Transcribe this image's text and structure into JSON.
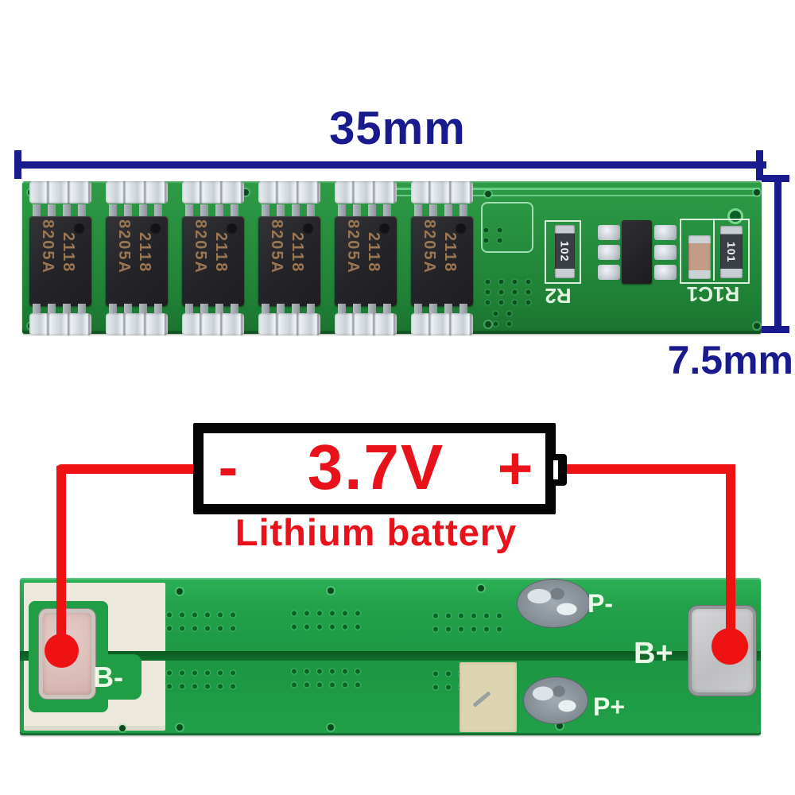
{
  "dimensions": {
    "width_label": "35mm",
    "height_label": "7.5mm"
  },
  "battery": {
    "minus_sign": "-",
    "voltage": "3.7V",
    "plus_sign": "+",
    "caption": "Lithium battery"
  },
  "top_board": {
    "ics": [
      {
        "line1": "8205A",
        "line2": "2118"
      },
      {
        "line1": "8205A",
        "line2": "2118"
      },
      {
        "line1": "8205A",
        "line2": "2118"
      },
      {
        "line1": "8205A",
        "line2": "2118"
      },
      {
        "line1": "8205A",
        "line2": "2118"
      },
      {
        "line1": "8205A",
        "line2": "2118"
      }
    ],
    "silkscreen": {
      "r2_label": "R2",
      "r1c1_label": "R1C1"
    },
    "components": {
      "r2_resistor_value": "102",
      "r1_resistor_value": "101"
    }
  },
  "bottom_board": {
    "labels": {
      "b_minus": "B-",
      "b_plus": "B+",
      "p_minus": "P-",
      "p_plus": "P+"
    }
  },
  "colors": {
    "dimension_blue": "#1a1a8f",
    "battery_red": "#e9121b",
    "wire_red": "#ee1212",
    "pcb_green_top": "#27913f",
    "pcb_green_bottom": "#1f9e45",
    "silkscreen_white": "#ece9dc",
    "pad_pink": "#d9bab4",
    "pad_silver": "#c5c6c8",
    "ic_body_black": "#26262a",
    "ic_marking_bronze": "#a37e56"
  }
}
